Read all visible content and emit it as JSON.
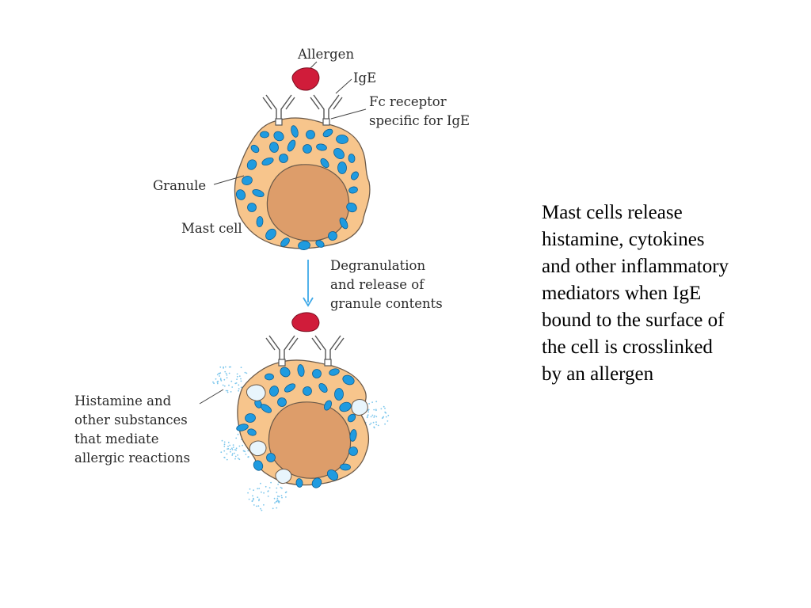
{
  "labels": {
    "allergen": "Allergen",
    "ige": "IgE",
    "fc_receptor": [
      "Fc receptor",
      "specific for IgE"
    ],
    "granule": "Granule",
    "mast_cell": "Mast cell",
    "degranulation": [
      "Degranulation",
      "and release of",
      "granule contents"
    ],
    "histamine": [
      "Histamine and",
      "other substances",
      "that mediate",
      "allergic reactions"
    ]
  },
  "caption": [
    "Mast cells release",
    "histamine, cytokines",
    "and other inflammatory",
    "mediators when IgE",
    "bound to the surface of",
    "the cell is crosslinked",
    "by an allergen"
  ],
  "colors": {
    "cytoplasm": "#f7c58c",
    "nucleus": "#dd9d6a",
    "granule": "#1f9be0",
    "allergen": "#d01c3a",
    "arrow": "#3fa9e8",
    "released_mediators": "#7cc6ec"
  }
}
